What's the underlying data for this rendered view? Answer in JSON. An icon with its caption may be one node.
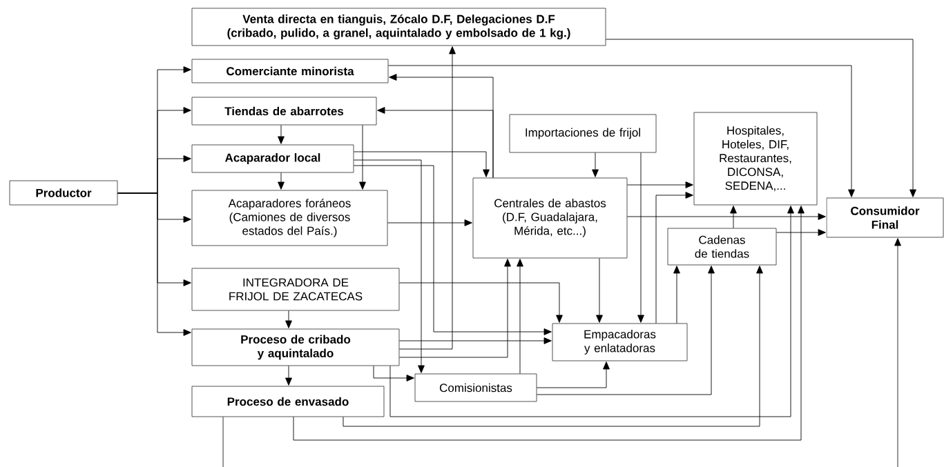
{
  "diagram": {
    "nodes": [
      {
        "text": [
          "Productor"
        ]
      },
      {
        "text": [
          "Venta directa en tianguis, Zócalo D.F, Delegaciones D.F (cribado, pulido, a granel, aquintalado y embolsado de 1 kg.)"
        ]
      },
      {
        "text": [
          "Comerciante minorista"
        ]
      },
      {
        "text": [
          "Tiendas de abarrotes"
        ]
      },
      {
        "text": [
          "Acaparador local"
        ]
      },
      {
        "text": [
          "Acaparadores foráneos (Camiones de diversos estados del País.)"
        ]
      },
      {
        "text": [
          "INTEGRADORA DE FRIJOL DE ZACATECAS"
        ]
      },
      {
        "text": [
          "Proceso de cribado y aquintalado"
        ]
      },
      {
        "text": [
          "Proceso de envasado"
        ]
      },
      {
        "text": [
          "Importaciones de frijol"
        ]
      },
      {
        "text": [
          "Hospitales, Hoteles, DIF, Restaurantes, DICONSA, SEDENA,..."
        ]
      },
      {
        "text": [
          "Centrales de abastos (D.F, Guadalajara, Mérida, etc...)"
        ]
      },
      {
        "text": [
          "Consumidor Final"
        ]
      },
      {
        "text": [
          "Cadenas de tiendas"
        ]
      },
      {
        "text": [
          "Empacadoras y enlatadoras"
        ]
      },
      {
        "text": [
          "Comisionistas"
        ]
      }
    ],
    "edges": [
      {
        "from": 0,
        "to": 2,
        "arrow": "to"
      },
      {
        "from": 0,
        "to": 3,
        "arrow": "to"
      },
      {
        "from": 0,
        "to": 4,
        "arrow": "to"
      },
      {
        "from": 0,
        "to": 5,
        "arrow": "to"
      },
      {
        "from": 0,
        "to": 6,
        "arrow": "to"
      },
      {
        "from": 0,
        "to": 7,
        "arrow": "to"
      },
      {
        "from": 3,
        "to": 4,
        "arrow": "to"
      },
      {
        "from": 3,
        "to": 5,
        "arrow": "to"
      },
      {
        "from": 4,
        "to": 5,
        "arrow": "to"
      },
      {
        "from": 4,
        "to": 11,
        "arrow": "to"
      },
      {
        "from": 4,
        "to": 15,
        "arrow": "to"
      },
      {
        "from": 4,
        "to": 14,
        "arrow": "to"
      },
      {
        "from": 5,
        "to": 11,
        "arrow": "to"
      },
      {
        "from": 6,
        "to": 7,
        "arrow": "to"
      },
      {
        "from": 6,
        "to": 14,
        "arrow": "to"
      },
      {
        "from": 7,
        "to": 8,
        "arrow": "to"
      },
      {
        "from": 7,
        "to": 14,
        "arrow": "to"
      },
      {
        "from": 7,
        "to": 1,
        "arrow": "to"
      },
      {
        "from": 7,
        "to": 11,
        "arrow": "to"
      },
      {
        "from": 7,
        "to": 15,
        "arrow": "to"
      },
      {
        "from": 7,
        "to": 10,
        "arrow": "to"
      },
      {
        "from": 8,
        "to": 13,
        "arrow": "to"
      },
      {
        "from": 8,
        "to": 10,
        "arrow": "to"
      },
      {
        "from": 8,
        "to": null,
        "arrow": "none"
      },
      {
        "from": null,
        "to": 12,
        "arrow": "to"
      },
      {
        "from": 1,
        "to": 12,
        "arrow": "to"
      },
      {
        "from": 2,
        "to": 12,
        "arrow": "to"
      },
      {
        "from": 11,
        "to": 2,
        "arrow": "to"
      },
      {
        "from": 11,
        "to": 3,
        "arrow": "to"
      },
      {
        "from": 9,
        "to": 11,
        "arrow": "to"
      },
      {
        "from": 9,
        "to": 14,
        "arrow": "to"
      },
      {
        "from": 11,
        "to": 14,
        "arrow": "to"
      },
      {
        "from": 11,
        "to": 10,
        "arrow": "to"
      },
      {
        "from": 14,
        "to": 10,
        "arrow": "to"
      },
      {
        "from": 14,
        "to": 13,
        "arrow": "to"
      },
      {
        "from": 11,
        "to": 12,
        "arrow": "to"
      },
      {
        "from": 13,
        "to": 12,
        "arrow": "to"
      },
      {
        "from": 13,
        "to": 10,
        "arrow": "to"
      },
      {
        "from": 15,
        "to": 14,
        "arrow": "to"
      },
      {
        "from": 15,
        "to": 13,
        "arrow": "to"
      },
      {
        "from": 15,
        "to": 11,
        "arrow": "to"
      }
    ]
  }
}
